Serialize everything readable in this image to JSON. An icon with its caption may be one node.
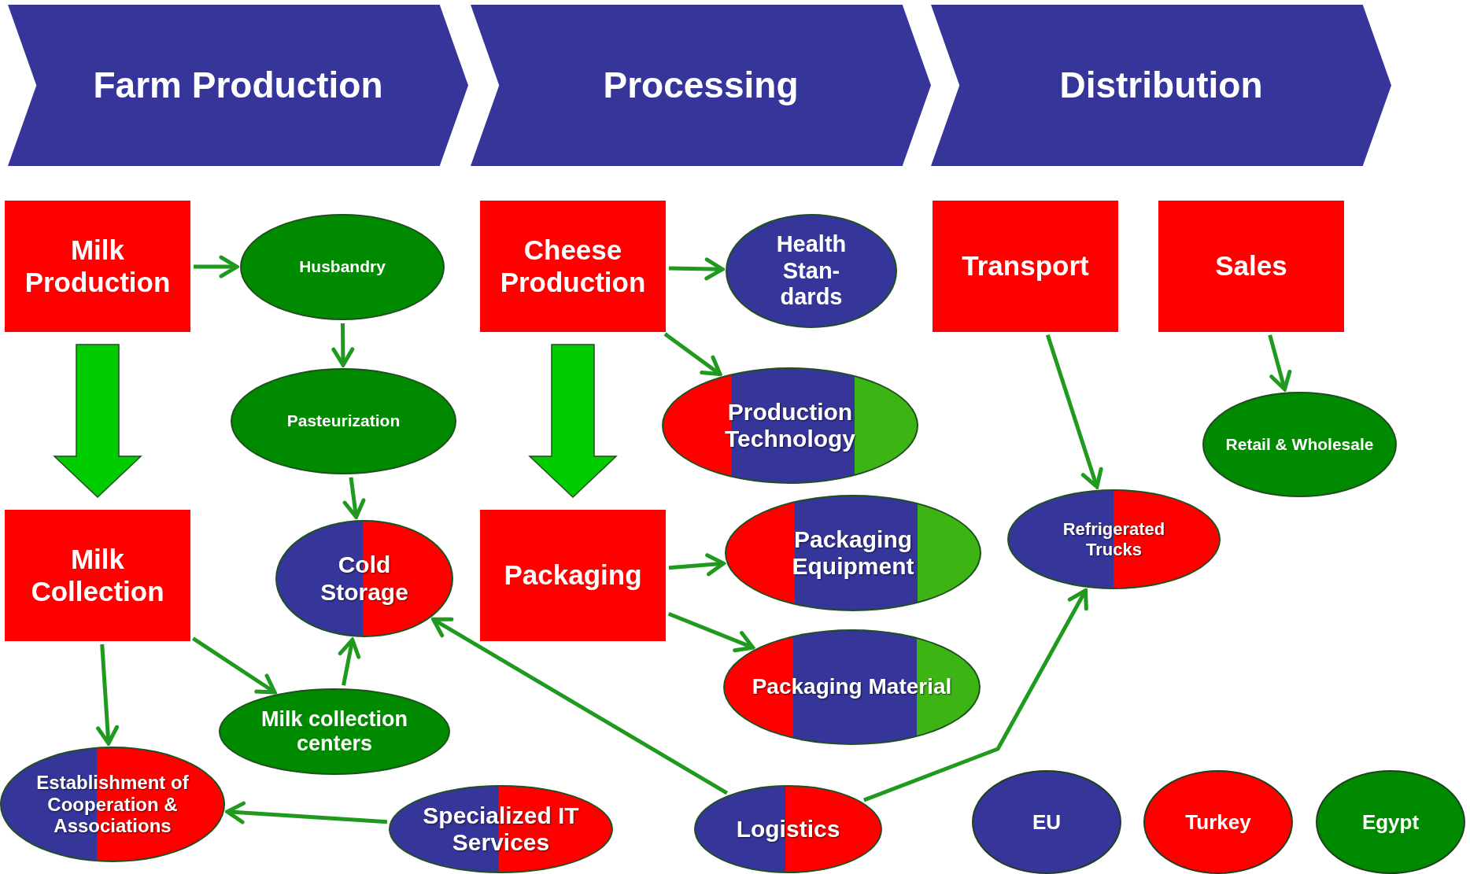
{
  "diagram": {
    "nodes": [
      {
        "text": [
          "Farm Production"
        ]
      },
      {
        "text": [
          "Processing"
        ]
      },
      {
        "text": [
          "Distribution"
        ]
      },
      {
        "text": [
          "Milk Production"
        ]
      },
      {
        "text": [
          "Husbandry"
        ]
      },
      {
        "text": [
          "Cheese Production"
        ]
      },
      {
        "text": [
          "Health Stan-dards"
        ]
      },
      {
        "text": [
          "Transport"
        ]
      },
      {
        "text": [
          "Sales"
        ]
      },
      {
        "text": [
          "Pasteurization"
        ]
      },
      {
        "text": [
          "Production Technology"
        ]
      },
      {
        "text": [
          "Retail & Wholesale"
        ]
      },
      {
        "text": [
          "Milk Collection"
        ]
      },
      {
        "text": [
          "Cold Storage"
        ]
      },
      {
        "text": [
          "Packaging"
        ]
      },
      {
        "text": [
          "Packaging Equipment"
        ]
      },
      {
        "text": [
          "Refrigerated Trucks"
        ]
      },
      {
        "text": [
          "Milk collection centers"
        ]
      },
      {
        "text": [
          "Packaging Material"
        ]
      },
      {
        "text": [
          "Establishment of Cooperation & Associations"
        ]
      },
      {
        "text": [
          "Specialized IT Services"
        ]
      },
      {
        "text": [
          "Logistics"
        ]
      }
    ],
    "edges": [
      {
        "from": 3,
        "to": 4,
        "arrow": "to"
      },
      {
        "from": 4,
        "to": 9,
        "arrow": "to"
      },
      {
        "from": 9,
        "to": 13,
        "arrow": "to"
      },
      {
        "from": 3,
        "to": 12,
        "arrow": "to",
        "style": "thick",
        "color": "#00cc00"
      },
      {
        "from": 12,
        "to": 17,
        "arrow": "to"
      },
      {
        "from": 17,
        "to": 13,
        "arrow": "to"
      },
      {
        "from": 12,
        "to": 19,
        "arrow": "to"
      },
      {
        "from": 20,
        "to": 19,
        "arrow": "to"
      },
      {
        "from": 21,
        "to": 13,
        "arrow": "to"
      },
      {
        "from": 5,
        "to": 6,
        "arrow": "to"
      },
      {
        "from": 5,
        "to": 10,
        "arrow": "to"
      },
      {
        "from": 5,
        "to": 14,
        "arrow": "to",
        "style": "thick",
        "color": "#00cc00"
      },
      {
        "from": 14,
        "to": 15,
        "arrow": "to"
      },
      {
        "from": 14,
        "to": 18,
        "arrow": "to"
      },
      {
        "from": 21,
        "to": 16,
        "arrow": "to"
      },
      {
        "from": 7,
        "to": 16,
        "arrow": "to"
      },
      {
        "from": 8,
        "to": 11,
        "arrow": "to"
      }
    ],
    "legend": [
      {
        "text": "EU",
        "color": "#35359a"
      },
      {
        "text": "Turkey",
        "color": "#ff0000"
      },
      {
        "text": "Egypt",
        "color": "#008a00"
      }
    ]
  }
}
